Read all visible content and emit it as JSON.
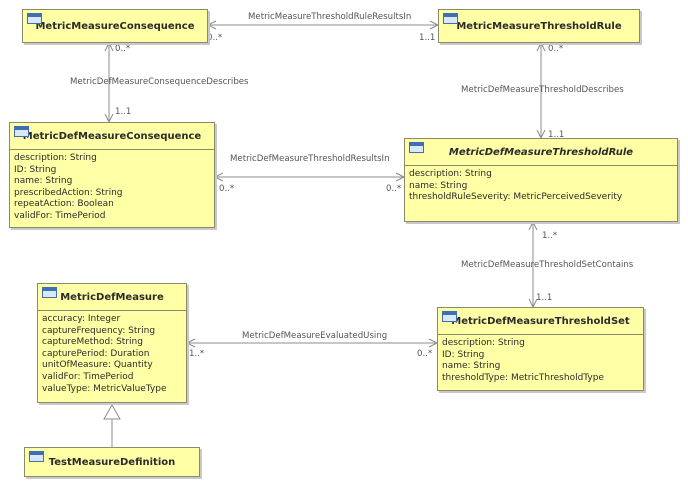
{
  "classes": {
    "consequence": {
      "name": "MetricMeasureConsequence",
      "attributes": []
    },
    "threshold_rule": {
      "name": "MetricMeasureThresholdRule",
      "attributes": []
    },
    "def_consequence": {
      "name": "MetricDefMeasureConsequence",
      "attributes": [
        "description: String",
        "ID: String",
        "name: String",
        "prescribedAction: String",
        "repeatAction: Boolean",
        "validFor: TimePeriod"
      ]
    },
    "def_threshold_rule": {
      "name": "MetricDefMeasureThresholdRule",
      "attributes": [
        "description: String",
        "name: String",
        "thresholdRuleSeverity: MetricPerceivedSeverity"
      ]
    },
    "def_measure": {
      "name": "MetricDefMeasure",
      "attributes": [
        "accuracy: Integer",
        "captureFrequency: String",
        "captureMethod: String",
        "capturePeriod: Duration",
        "unitOfMeasure: Quantity",
        "validFor: TimePeriod",
        "valueType: MetricValueType"
      ]
    },
    "def_threshold_set": {
      "name": "MetricDefMeasureThresholdSet",
      "attributes": [
        "description: String",
        "ID: String",
        "name: String",
        "thresholdType: MetricThresholdType"
      ]
    },
    "test_definition": {
      "name": "TestMeasureDefinition",
      "attributes": []
    }
  },
  "associations": {
    "results_in": {
      "name": "MetricMeasureThresholdRuleResultsIn",
      "source_mult": "0..*",
      "target_mult": "1..1"
    },
    "consequence_describes": {
      "name": "MetricDefMeasureConsequenceDescribes",
      "source_mult": "0..*",
      "target_mult": "1..1"
    },
    "rule_describes": {
      "name": "MetricDefMeasureThresholdDescribes",
      "source_mult": "0..*",
      "target_mult": "1..1"
    },
    "def_results_in": {
      "name": "MetricDefMeasureThresholdResultsIn",
      "source_mult": "0..*",
      "target_mult": "0..*"
    },
    "set_contains": {
      "name": "MetricDefMeasureThresholdSetContains",
      "source_mult": "1..*",
      "target_mult": "1..1"
    },
    "evaluated_using": {
      "name": "MetricDefMeasureEvaluatedUsing",
      "source_mult": "1..*",
      "target_mult": "0..*"
    }
  }
}
